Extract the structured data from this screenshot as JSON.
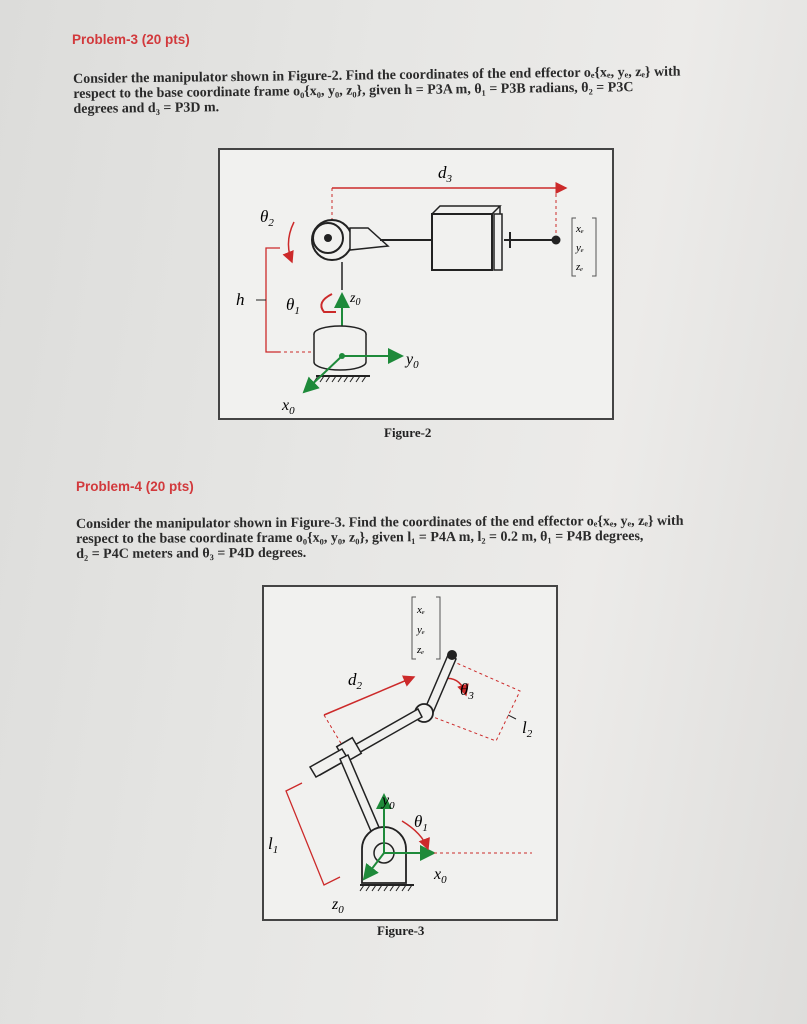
{
  "problem3": {
    "heading": "Problem-3 (20 pts)",
    "text_part1": "Consider the manipulator shown in Figure-2. Find the coordinates of the end effector o",
    "text_line1_tail": "{x",
    "text_line2": "respect to the base coordinate frame o",
    "text_line2_tail": "given h = P3A m, θ",
    "line1": "Consider the manipulator shown in Figure-2. Find the coordinates of the end effector oₑ{xₑ, yₑ, zₑ} with",
    "line2": "respect to the base coordinate frame o₀{x₀, y₀, z₀}, given h = P3A m, θ₁ = P3B radians, θ₂ = P3C",
    "line3": "degrees and d₃ = P3D m.",
    "figure": {
      "caption": "Figure-2",
      "label_d3": "d",
      "label_d3_sub": "3",
      "label_theta2": "θ",
      "label_theta2_sub": "2",
      "label_h": "h",
      "label_theta1": "θ",
      "label_theta1_sub": "1",
      "label_z0": "z",
      "label_z0_sub": "0",
      "label_y0": "y",
      "label_y0_sub": "0",
      "label_x0": "x",
      "label_x0_sub": "0",
      "vec_xe": "xₑ",
      "vec_ye": "yₑ",
      "vec_ze": "zₑ"
    }
  },
  "problem4": {
    "heading": "Problem-4 (20 pts)",
    "line1": "Consider the manipulator shown in Figure-3. Find the coordinates of the end effector oₑ{xₑ, yₑ, zₑ} with",
    "line2": "respect to the base coordinate frame o₀{x₀, y₀, z₀}, given l₁ = P4A m, l₂ = 0.2 m, θ₁ = P4B degrees,",
    "line3": "d₂ = P4C meters and θ₃ = P4D degrees.",
    "figure": {
      "caption": "Figure-3",
      "label_d2": "d",
      "label_d2_sub": "2",
      "label_theta3": "θ",
      "label_theta3_sub": "3",
      "label_l2": "l",
      "label_l2_sub": "2",
      "label_l1": "l",
      "label_l1_sub": "1",
      "label_y0": "y",
      "label_y0_sub": "0",
      "label_theta1": "θ",
      "label_theta1_sub": "1",
      "label_x0": "x",
      "label_x0_sub": "0",
      "label_z0": "z",
      "label_z0_sub": "0",
      "vec_xe": "xₑ",
      "vec_ye": "yₑ",
      "vec_ze": "zₑ"
    }
  },
  "colors": {
    "heading": "#d2393c",
    "accent_red": "#cc2a2a",
    "axis_green": "#1e8a3a",
    "frame_black": "#222222"
  }
}
